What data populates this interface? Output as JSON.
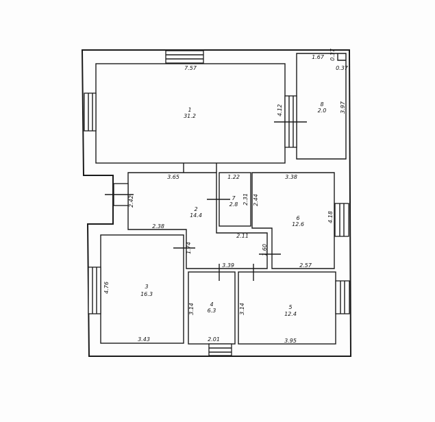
{
  "rooms": [
    {
      "number": "1",
      "area": "31.2"
    },
    {
      "number": "2",
      "area": "14.4"
    },
    {
      "number": "3",
      "area": "16.3"
    },
    {
      "number": "4",
      "area": "6.3"
    },
    {
      "number": "5",
      "area": "12.4"
    },
    {
      "number": "6",
      "area": "12.6"
    },
    {
      "number": "7",
      "area": "2.8"
    },
    {
      "number": "8",
      "area": "2.0"
    }
  ],
  "dimensions": {
    "r1_width": "7.57",
    "r1_height": "4.12",
    "r8_width": "1.67",
    "r8_height": "3.97",
    "r8_notch_v": "0.37",
    "r8_notch_h": "0.37",
    "r2_width": "3.65",
    "r2_height": "2.42",
    "r2_lower": "2.38",
    "r2_door": "1.74",
    "r2_bottom": "3.39",
    "r7_width": "1.22",
    "r7_height": "2.31",
    "r7_side": "2.44",
    "r7_bottom": "2.11",
    "r6_width": "3.38",
    "r6_height": "4.18",
    "r6_door": "1.60",
    "r6_bottom": "2.57",
    "r3_width": "3.43",
    "r3_height": "4.76",
    "r4_width": "2.01",
    "r4_height": "3.14",
    "r5_width": "3.95",
    "r5_height": "3.14"
  }
}
